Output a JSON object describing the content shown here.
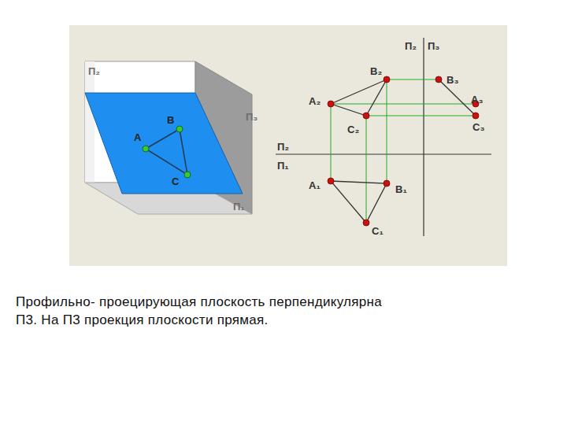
{
  "diagram": {
    "caption": "Профильно- проецирующая плоскость перпендикулярна П3. На П3 проекция плоскости прямая.",
    "labels": [
      "П₂",
      "П₃",
      "П₁",
      "A",
      "B",
      "C",
      "П₂",
      "П₃",
      "B₂",
      "A₂",
      "C₂",
      "B₃",
      "A₃",
      "C₃",
      "П₂",
      "П₁",
      "A₁",
      "B₁",
      "C₁"
    ]
  }
}
